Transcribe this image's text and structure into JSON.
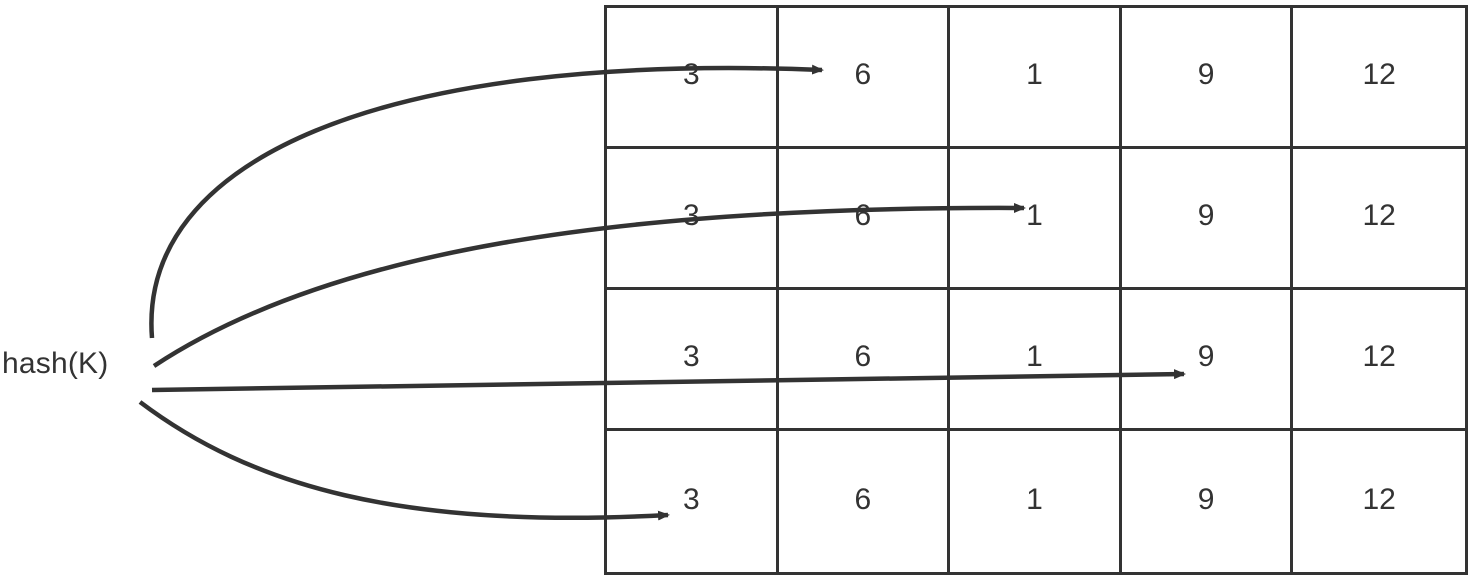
{
  "source_label": "hash(K)",
  "table": {
    "rows": [
      [
        "3",
        "6",
        "1",
        "9",
        "12"
      ],
      [
        "3",
        "6",
        "1",
        "9",
        "12"
      ],
      [
        "3",
        "6",
        "1",
        "9",
        "12"
      ],
      [
        "3",
        "6",
        "1",
        "9",
        "12"
      ]
    ]
  },
  "arrows": [
    {
      "from": "hash(K)",
      "to_row": 0,
      "to_col": 1
    },
    {
      "from": "hash(K)",
      "to_row": 1,
      "to_col": 2
    },
    {
      "from": "hash(K)",
      "to_row": 2,
      "to_col": 3
    },
    {
      "from": "hash(K)",
      "to_row": 3,
      "to_col": 0
    }
  ],
  "colors": {
    "line": "#333333",
    "text": "#333333",
    "background": "#ffffff"
  }
}
